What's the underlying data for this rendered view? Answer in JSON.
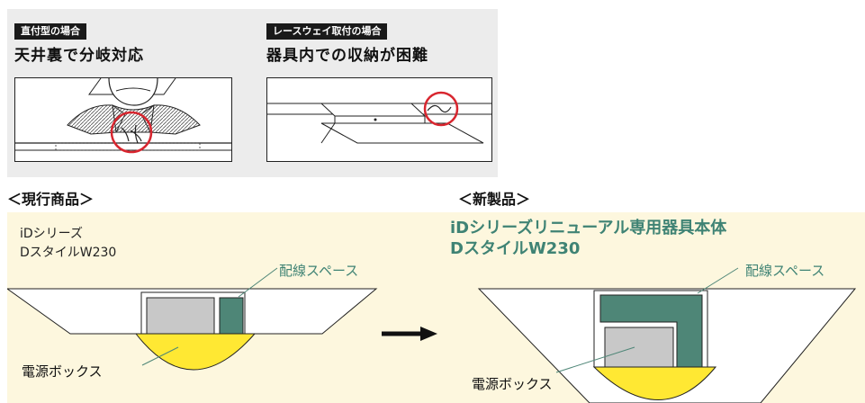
{
  "top": {
    "left_panel": {
      "tag": "直付型の場合",
      "heading": "天井裏で分岐対応"
    },
    "right_panel": {
      "tag": "レースウェイ取付の場合",
      "heading": "器具内での収納が困難"
    }
  },
  "sections": {
    "current": "＜現行商品＞",
    "new": "＜新製品＞"
  },
  "current_product": {
    "title_line1": "iDシリーズ",
    "title_line2": "DスタイルW230",
    "wiring_label": "配線スペース",
    "power_label": "電源ボックス"
  },
  "new_product": {
    "title_line1": "iDシリーズリニューアル専用器具本体",
    "title_line2": "DスタイルW230",
    "wiring_label": "配線スペース",
    "power_label": "電源ボックス"
  },
  "colors": {
    "teal": "#4e8677",
    "yellow": "#ffe833",
    "gray_box": "#c8c8c8",
    "panel_bg": "#ececec",
    "cream_bg": "#fdf7de",
    "red_circle": "#d8262f"
  }
}
